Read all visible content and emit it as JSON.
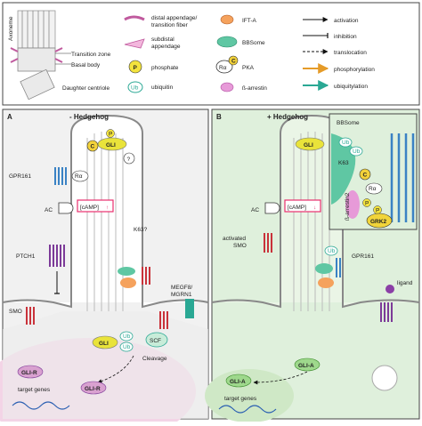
{
  "legend": {
    "axoneme": "Axoneme",
    "transition_zone": "Transition zone",
    "basal_body": "Basal body",
    "daughter_centriole": "Daughter centriole",
    "distal_appendage": "distal appendage/",
    "transition_fiber": "transition fiber",
    "subdistal_appendage_1": "subdistal",
    "subdistal_appendage_2": "appendage",
    "phosphate": "phosphate",
    "phosphate_symbol": "P",
    "ubiquitin": "ubiquitin",
    "ubiquitin_symbol": "Ub",
    "ift_a": "IFT-A",
    "bbsome": "BBSome",
    "pka": "PKA",
    "pka_r": "Rα",
    "pka_c": "C",
    "b_arrestin": "ß-arrestin",
    "activation": "activation",
    "inhibition": "inhibition",
    "translocation": "translocation",
    "phosphorylation": "phosphorylation",
    "ubiquitylation": "ubiquitylation"
  },
  "panel_a": {
    "letter": "A",
    "title": "- Hedgehog",
    "gli": "GLI",
    "c": "C",
    "p": "P",
    "q": "?",
    "gpr161": "GPR161",
    "ralpha": "Rα",
    "ac": "AC",
    "camp": "[cAMP]",
    "camp_arrow": "↑",
    "ptch1": "PTCH1",
    "k63": "K63?",
    "megf8": "MEGF8/",
    "mgrn1": "MGRN1",
    "smo": "SMO",
    "ub": "Ub",
    "scf": "SCF",
    "cleavage": "Cleavage",
    "gli_r": "GLI-R",
    "target_genes": "target genes"
  },
  "panel_b": {
    "letter": "B",
    "title": "+ Hedgehog",
    "gli": "GLI",
    "ac": "AC",
    "camp": "[cAMP]",
    "camp_arrow": "↓",
    "activated": "activated",
    "smo": "SMO",
    "gpr161": "GPR161",
    "bbsome": "BBSome",
    "ub": "Ub",
    "k63": "K63",
    "c": "C",
    "ralpha": "Rα",
    "p": "P",
    "grk2": "GRK2",
    "b_arrestin2": "ß-arrestin2",
    "ligand": "ligand",
    "gli_a": "GLI-A",
    "target_genes": "target genes"
  },
  "colors": {
    "panel_a_bg": "#f1f1f1",
    "panel_a_nucleus": "#f3d4e6",
    "panel_b_bg": "#dff0dc",
    "panel_b_cilium": "#eaf5e6",
    "gli": "#e9e33a",
    "phosphate": "#f3e33d",
    "ubiquitin": "#2aa894",
    "bbsome": "#5fc7a3",
    "gpcr_red": "#c9323a",
    "ptch_purple": "#7c3a98",
    "camp_box": "#e8306e",
    "ift_orange": "#f5a25d",
    "arrestin_pink": "#e79ad8",
    "grk2": "#f1d43a"
  }
}
